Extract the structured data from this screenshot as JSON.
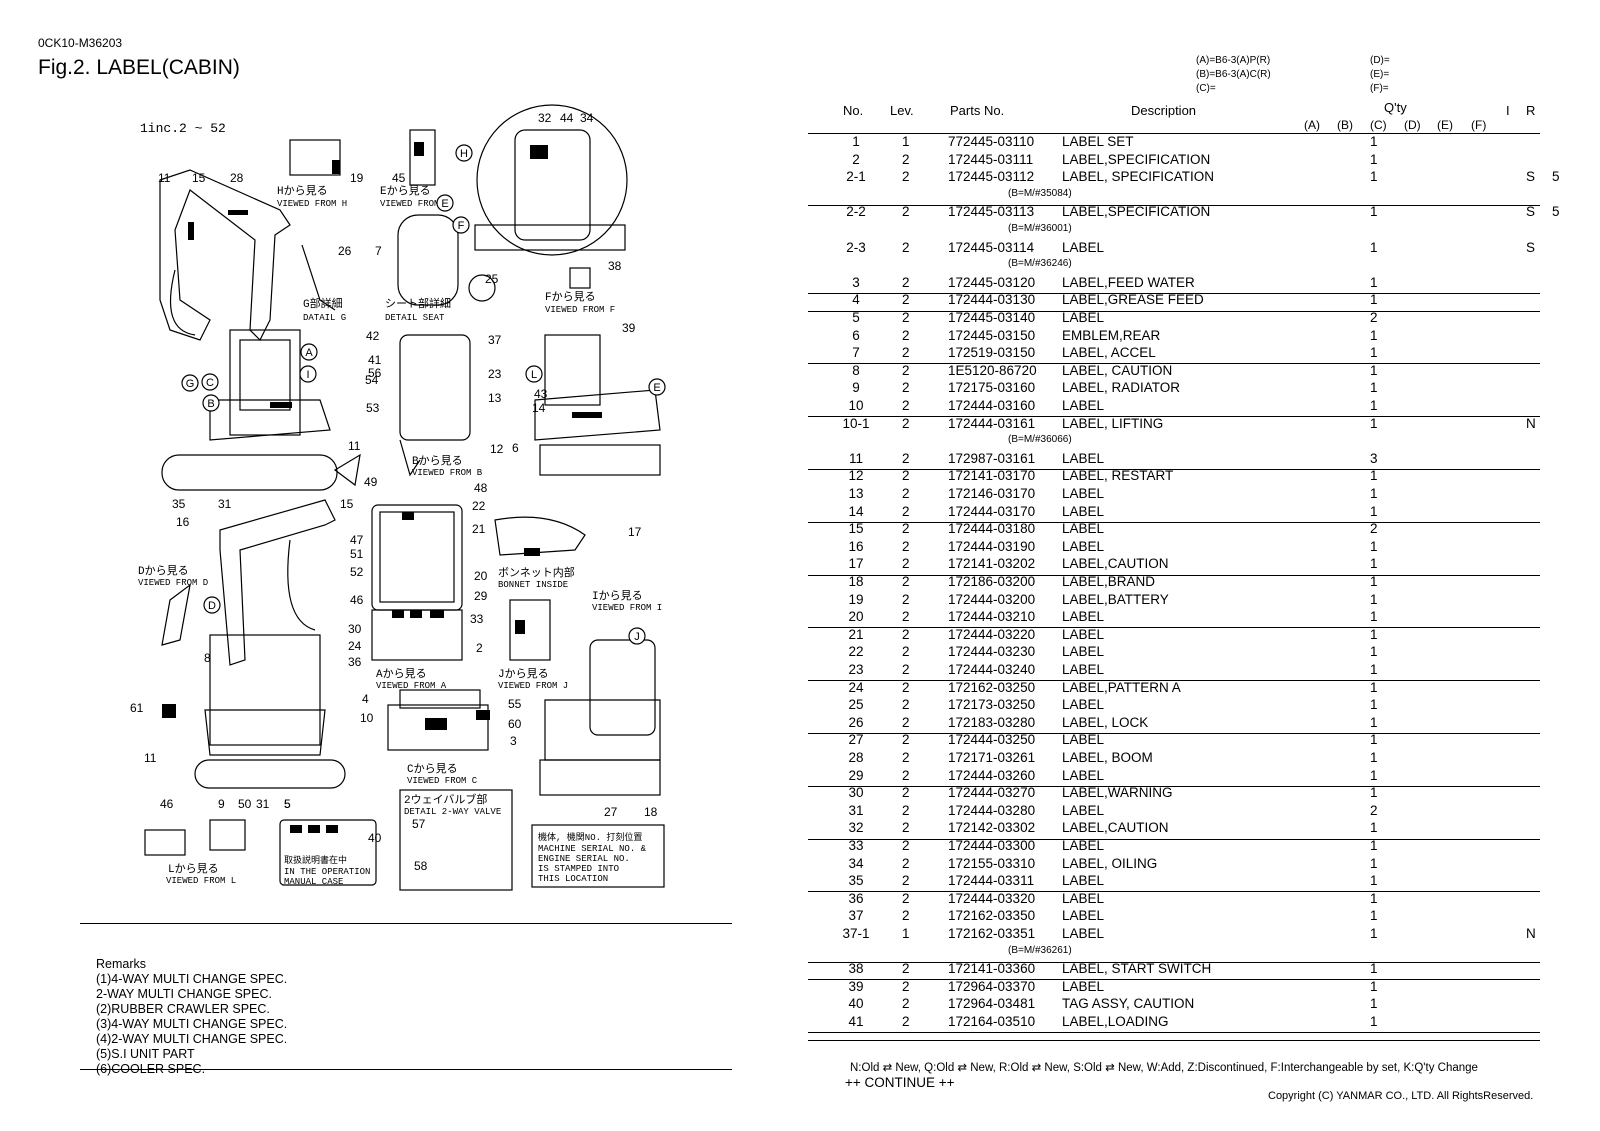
{
  "doc_code": "0CK10-M36203",
  "fig_title": "Fig.2.  LABEL(CABIN)",
  "drawing": {
    "incl": "1inc.2 ~ 52",
    "views": [
      {
        "jp": "Hから見る",
        "en": "VIEWED FROM H"
      },
      {
        "jp": "Eから見る",
        "en": "VIEWED FROM E"
      },
      {
        "jp": "G部詳細",
        "en": "DATAIL G"
      },
      {
        "jp": "シート部詳細",
        "en": "DETAIL SEAT"
      },
      {
        "jp": "Fから見る",
        "en": "VIEWED FROM F"
      },
      {
        "jp": "Bから見る",
        "en": "VIEWED FROM B"
      },
      {
        "jp": "Dから見る",
        "en": "VIEWED FROM D"
      },
      {
        "jp": "ボンネット内部",
        "en": "BONNET INSIDE"
      },
      {
        "jp": "Iから見る",
        "en": "VIEWED FROM I"
      },
      {
        "jp": "Aから見る",
        "en": "VIEWED FROM A"
      },
      {
        "jp": "Jから見る",
        "en": "VIEWED FROM J"
      },
      {
        "jp": "Cから見る",
        "en": "VIEWED FROM C"
      },
      {
        "jp": "Lから見る",
        "en": "VIEWED FROM L"
      }
    ],
    "valve_jp": "2ウェイバルブ部",
    "valve_en": "DETAIL 2-WAY VALVE",
    "manual_jp": "取扱説明書在中",
    "manual_en1": "IN THE OPERATION",
    "manual_en2": "MANUAL CASE",
    "serial_jp": "機体, 機関NO. 打刻位置",
    "serial_en1": "MACHINE SERIAL NO. &",
    "serial_en2": "ENGINE SERIAL NO.",
    "serial_en3": "IS STAMPED INTO",
    "serial_en4": "THIS LOCATION",
    "callouts": [
      "32",
      "44",
      "34",
      "19",
      "45",
      "11",
      "15",
      "28",
      "26",
      "7",
      "25",
      "38",
      "39",
      "37",
      "42",
      "41",
      "54",
      "56",
      "53",
      "23",
      "13",
      "43",
      "14",
      "12",
      "6",
      "35",
      "31",
      "11",
      "49",
      "48",
      "22",
      "21",
      "47",
      "51",
      "52",
      "46",
      "20",
      "29",
      "30",
      "24",
      "36",
      "33",
      "2",
      "17",
      "16",
      "15",
      "8",
      "61",
      "4",
      "10",
      "55",
      "60",
      "3",
      "11",
      "46",
      "9",
      "50",
      "31",
      "5",
      "27",
      "18",
      "40",
      "57",
      "58",
      "5"
    ],
    "circled": [
      "H",
      "E",
      "F",
      "A",
      "I",
      "J",
      "G",
      "C",
      "B",
      "L",
      "E",
      "D"
    ]
  },
  "remarks": {
    "title": "Remarks",
    "lines": [
      "(1)4-WAY MULTI CHANGE SPEC.",
      "2-WAY MULTI CHANGE SPEC.",
      "(2)RUBBER CRAWLER SPEC.",
      "(3)4-WAY MULTI CHANGE SPEC.",
      "(4)2-WAY MULTI CHANGE SPEC.",
      "(5)S.I UNIT PART",
      "(6)COOLER SPEC."
    ]
  },
  "legend": {
    "left": [
      "(A)=B6-3(A)P(R)",
      "(B)=B6-3(A)C(R)",
      "(C)="
    ],
    "right": [
      "(D)=",
      "(E)=",
      "(F)="
    ]
  },
  "headers": {
    "no": "No.",
    "lev": "Lev.",
    "pn": "Parts No.",
    "desc": "Description",
    "qty": "Q'ty",
    "cols": [
      "(A)",
      "(B)",
      "(C)",
      "(D)",
      "(E)",
      "(F)"
    ],
    "i": "I",
    "r": "R"
  },
  "parts": [
    {
      "no": "1",
      "lev": "1",
      "pn": "772445-03110",
      "desc": "LABEL SET",
      "qty": "1",
      "i": "",
      "r": ""
    },
    {
      "no": "2",
      "lev": "2",
      "pn": "172445-03111",
      "desc": "LABEL,SPECIFICATION",
      "qty": "1",
      "i": "",
      "r": ""
    },
    {
      "no": "2-1",
      "lev": "2",
      "pn": "172445-03112",
      "desc": "LABEL, SPECIFICATION",
      "qty": "1",
      "i": "S",
      "r": "5",
      "sub": "(B=M/#35084)"
    },
    {
      "no": "2-2",
      "lev": "2",
      "pn": "172445-03113",
      "desc": "LABEL,SPECIFICATION",
      "qty": "1",
      "i": "S",
      "r": "5",
      "sub": "(B=M/#36001)"
    },
    {
      "no": "2-3",
      "lev": "2",
      "pn": "172445-03114",
      "desc": "LABEL",
      "qty": "1",
      "i": "S",
      "r": "",
      "sub": "(B=M/#36246)"
    },
    {
      "no": "3",
      "lev": "2",
      "pn": "172445-03120",
      "desc": "LABEL,FEED WATER",
      "qty": "1",
      "i": "",
      "r": ""
    },
    {
      "no": "4",
      "lev": "2",
      "pn": "172444-03130",
      "desc": "LABEL,GREASE FEED",
      "qty": "1",
      "i": "",
      "r": ""
    },
    {
      "no": "5",
      "lev": "2",
      "pn": "172445-03140",
      "desc": "LABEL",
      "qty": "2",
      "i": "",
      "r": ""
    },
    {
      "no": "6",
      "lev": "2",
      "pn": "172445-03150",
      "desc": "EMBLEM,REAR",
      "qty": "1",
      "i": "",
      "r": ""
    },
    {
      "no": "7",
      "lev": "2",
      "pn": "172519-03150",
      "desc": "LABEL, ACCEL",
      "qty": "1",
      "i": "",
      "r": ""
    },
    {
      "no": "8",
      "lev": "2",
      "pn": "1E5120-86720",
      "desc": "LABEL, CAUTION",
      "qty": "1",
      "i": "",
      "r": ""
    },
    {
      "no": "9",
      "lev": "2",
      "pn": "172175-03160",
      "desc": "LABEL, RADIATOR",
      "qty": "1",
      "i": "",
      "r": ""
    },
    {
      "no": "10",
      "lev": "2",
      "pn": "172444-03160",
      "desc": "LABEL",
      "qty": "1",
      "i": "",
      "r": ""
    },
    {
      "no": "10-1",
      "lev": "2",
      "pn": "172444-03161",
      "desc": "LABEL, LIFTING",
      "qty": "1",
      "i": "N",
      "r": "",
      "sub": "(B=M/#36066)"
    },
    {
      "no": "11",
      "lev": "2",
      "pn": "172987-03161",
      "desc": "LABEL",
      "qty": "3",
      "i": "",
      "r": ""
    },
    {
      "no": "12",
      "lev": "2",
      "pn": "172141-03170",
      "desc": "LABEL, RESTART",
      "qty": "1",
      "i": "",
      "r": ""
    },
    {
      "no": "13",
      "lev": "2",
      "pn": "172146-03170",
      "desc": "LABEL",
      "qty": "1",
      "i": "",
      "r": ""
    },
    {
      "no": "14",
      "lev": "2",
      "pn": "172444-03170",
      "desc": "LABEL",
      "qty": "1",
      "i": "",
      "r": ""
    },
    {
      "no": "15",
      "lev": "2",
      "pn": "172444-03180",
      "desc": "LABEL",
      "qty": "2",
      "i": "",
      "r": ""
    },
    {
      "no": "16",
      "lev": "2",
      "pn": "172444-03190",
      "desc": "LABEL",
      "qty": "1",
      "i": "",
      "r": ""
    },
    {
      "no": "17",
      "lev": "2",
      "pn": "172141-03202",
      "desc": "LABEL,CAUTION",
      "qty": "1",
      "i": "",
      "r": ""
    },
    {
      "no": "18",
      "lev": "2",
      "pn": "172186-03200",
      "desc": "LABEL,BRAND",
      "qty": "1",
      "i": "",
      "r": ""
    },
    {
      "no": "19",
      "lev": "2",
      "pn": "172444-03200",
      "desc": "LABEL,BATTERY",
      "qty": "1",
      "i": "",
      "r": ""
    },
    {
      "no": "20",
      "lev": "2",
      "pn": "172444-03210",
      "desc": "LABEL",
      "qty": "1",
      "i": "",
      "r": ""
    },
    {
      "no": "21",
      "lev": "2",
      "pn": "172444-03220",
      "desc": "LABEL",
      "qty": "1",
      "i": "",
      "r": ""
    },
    {
      "no": "22",
      "lev": "2",
      "pn": "172444-03230",
      "desc": "LABEL",
      "qty": "1",
      "i": "",
      "r": ""
    },
    {
      "no": "23",
      "lev": "2",
      "pn": "172444-03240",
      "desc": "LABEL",
      "qty": "1",
      "i": "",
      "r": ""
    },
    {
      "no": "24",
      "lev": "2",
      "pn": "172162-03250",
      "desc": "LABEL,PATTERN A",
      "qty": "1",
      "i": "",
      "r": ""
    },
    {
      "no": "25",
      "lev": "2",
      "pn": "172173-03250",
      "desc": "LABEL",
      "qty": "1",
      "i": "",
      "r": ""
    },
    {
      "no": "26",
      "lev": "2",
      "pn": "172183-03280",
      "desc": "LABEL, LOCK",
      "qty": "1",
      "i": "",
      "r": ""
    },
    {
      "no": "27",
      "lev": "2",
      "pn": "172444-03250",
      "desc": "LABEL",
      "qty": "1",
      "i": "",
      "r": ""
    },
    {
      "no": "28",
      "lev": "2",
      "pn": "172171-03261",
      "desc": "LABEL, BOOM",
      "qty": "1",
      "i": "",
      "r": ""
    },
    {
      "no": "29",
      "lev": "2",
      "pn": "172444-03260",
      "desc": "LABEL",
      "qty": "1",
      "i": "",
      "r": ""
    },
    {
      "no": "30",
      "lev": "2",
      "pn": "172444-03270",
      "desc": "LABEL,WARNING",
      "qty": "1",
      "i": "",
      "r": ""
    },
    {
      "no": "31",
      "lev": "2",
      "pn": "172444-03280",
      "desc": "LABEL",
      "qty": "2",
      "i": "",
      "r": ""
    },
    {
      "no": "32",
      "lev": "2",
      "pn": "172142-03302",
      "desc": "LABEL,CAUTION",
      "qty": "1",
      "i": "",
      "r": ""
    },
    {
      "no": "33",
      "lev": "2",
      "pn": "172444-03300",
      "desc": "LABEL",
      "qty": "1",
      "i": "",
      "r": ""
    },
    {
      "no": "34",
      "lev": "2",
      "pn": "172155-03310",
      "desc": "LABEL, OILING",
      "qty": "1",
      "i": "",
      "r": ""
    },
    {
      "no": "35",
      "lev": "2",
      "pn": "172444-03311",
      "desc": "LABEL",
      "qty": "1",
      "i": "",
      "r": ""
    },
    {
      "no": "36",
      "lev": "2",
      "pn": "172444-03320",
      "desc": "LABEL",
      "qty": "1",
      "i": "",
      "r": ""
    },
    {
      "no": "37",
      "lev": "2",
      "pn": "172162-03350",
      "desc": "LABEL",
      "qty": "1",
      "i": "",
      "r": ""
    },
    {
      "no": "37-1",
      "lev": "1",
      "pn": "172162-03351",
      "desc": "LABEL",
      "qty": "1",
      "i": "N",
      "r": "",
      "sub": "(B=M/#36261)"
    },
    {
      "no": "38",
      "lev": "2",
      "pn": "172141-03360",
      "desc": "LABEL, START SWITCH",
      "qty": "1",
      "i": "",
      "r": ""
    },
    {
      "no": "39",
      "lev": "2",
      "pn": "172964-03370",
      "desc": "LABEL",
      "qty": "1",
      "i": "",
      "r": ""
    },
    {
      "no": "40",
      "lev": "2",
      "pn": "172964-03481",
      "desc": "TAG ASSY, CAUTION",
      "qty": "1",
      "i": "",
      "r": ""
    },
    {
      "no": "41",
      "lev": "2",
      "pn": "172164-03510",
      "desc": "LABEL,LOADING",
      "qty": "1",
      "i": "",
      "r": ""
    }
  ],
  "footer": {
    "legend": "N:Old ⇄ New, Q:Old ⇄ New, R:Old ⇄ New, S:Old ⇄ New, W:Add, Z:Discontinued, F:Interchangeable by set, K:Q'ty Change",
    "continue": "++ CONTINUE ++",
    "copyright": "Copyright (C)  YANMAR CO., LTD. All RightsReserved."
  }
}
